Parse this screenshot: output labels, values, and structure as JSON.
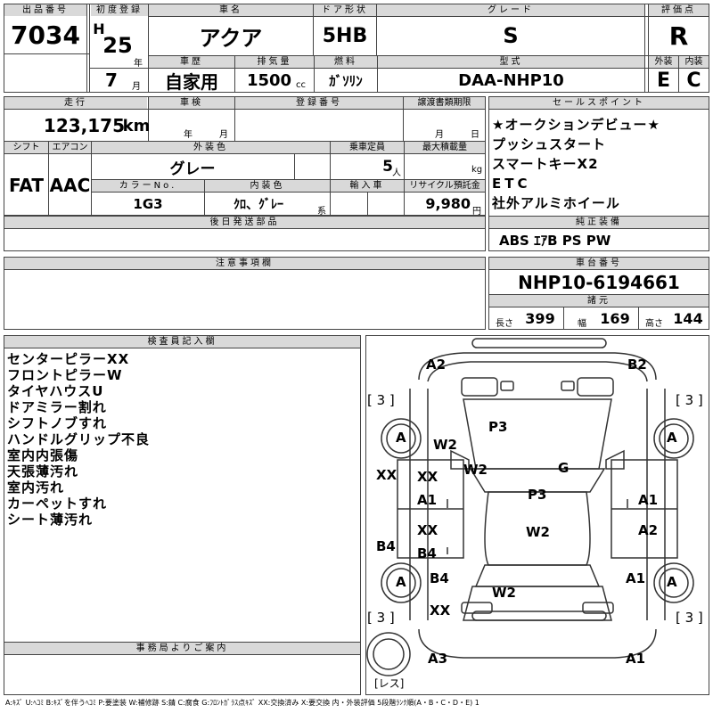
{
  "headers": {
    "lot_no": "出品番号",
    "first_reg": "初度登録",
    "car_name": "車名",
    "door": "ドア形状",
    "grade": "グレード",
    "score": "評価点",
    "history": "車歴",
    "displacement": "排気量",
    "fuel": "燃料",
    "model": "型式",
    "exterior": "外装",
    "interior": "内装",
    "mileage": "走行",
    "inspection": "車検",
    "reg_no": "登録番号",
    "transfer_deadline": "譲渡書類期限",
    "sales_points": "セールスポイント",
    "shift": "シフト",
    "aircon": "エアコン",
    "ext_color": "外装色",
    "capacity": "乗車定員",
    "max_load": "最大積載量",
    "color_no": "カラーNo.",
    "int_color": "内装色",
    "import": "輸入車",
    "recycle": "リサイクル預託金",
    "later_parts": "後日発送部品",
    "genuine_equip": "純正装備",
    "cautions": "注意事項欄",
    "chassis_no": "車台番号",
    "specs": "諸元",
    "inspector": "検査員記入欄",
    "office": "事務局よりご案内"
  },
  "values": {
    "lot_no": "7034",
    "era": "H",
    "year": "25",
    "year_unit": "年",
    "month": "7",
    "month_unit": "月",
    "car_name": "アクア",
    "door": "5HB",
    "grade": "S",
    "score": "R",
    "history": "自家用",
    "displacement": "1500",
    "displacement_unit": "cc",
    "fuel": "ｶﾞｿﾘﾝ",
    "model": "DAA-NHP10",
    "exterior": "E",
    "interior": "C",
    "mileage": "123,175",
    "mileage_unit": "km",
    "insp_year": "年",
    "insp_month": "月",
    "trans_month": "月",
    "trans_day": "日",
    "shift": "FAT",
    "aircon": "AAC",
    "ext_color": "グレー",
    "capacity": "5",
    "capacity_unit": "人",
    "max_load_unit": "kg",
    "color_no": "1G3",
    "int_color": "ｸﾛ、ｸﾞﾚｰ",
    "int_color_unit": "系",
    "recycle": "9,980",
    "recycle_unit": "円",
    "genuine_equip": "ABS ｴｱB PS PW",
    "chassis_no": "NHP10-6194661",
    "length_label": "長さ",
    "length": "399",
    "width_label": "幅",
    "width": "169",
    "height_label": "高さ",
    "height": "144"
  },
  "sales_points": [
    "★オークションデビュー★",
    "プッシュスタート",
    "スマートキーX2",
    "ETC",
    "社外アルミホイール"
  ],
  "inspector_notes": [
    "センターピラーXX",
    "フロントピラーW",
    "タイヤハウスU",
    "ドアミラー割れ",
    "シフトノブすれ",
    "ハンドルグリップ不良",
    "室内内張傷",
    "天張薄汚れ",
    "室内汚れ",
    "カーペットすれ",
    "シート薄汚れ"
  ],
  "damage_marks": {
    "a2_front_left": "A2",
    "b2_front_right": "B2",
    "tread_fl": "[ 3 ]",
    "tread_fr": "[ 3 ]",
    "tread_rl": "[ 3 ]",
    "tread_rr": "[ 3 ]",
    "wheel_fl": "A",
    "wheel_fr": "A",
    "wheel_rl": "A",
    "wheel_rr": "A",
    "hood_w2": "W2",
    "hood_p3": "P3",
    "windshield_w2": "W2",
    "windshield_g": "G",
    "roof_p3": "P3",
    "roof_w2": "W2",
    "left_xx_a": "XX",
    "left_xx_b": "XX",
    "left_a1": "A1",
    "left_xx_c": "XX",
    "left_b4": "B4",
    "left_b4_b": "B4",
    "left_b4_c": "B4",
    "left_xx_d": "XX",
    "right_a1": "A1",
    "right_a2": "A2",
    "right_a1_b": "A1",
    "rear_w2": "W2",
    "rear_a3": "A3",
    "rear_a1": "A1",
    "spare": "[レス]"
  },
  "legend": "A:ｷｽﾞ U:ﾍｺﾐ B:ｷｽﾞを伴うﾍｺﾐ P:要塗装 W:補修跡 S:錆 C:腐食 G:ﾌﾛﾝﾄｶﾞﾗｽ点ｷｽﾞ XX:交換済み X:要交換 内・外装評価 5段階ﾗﾝｸ順(A・B・C・D・E) 1"
}
